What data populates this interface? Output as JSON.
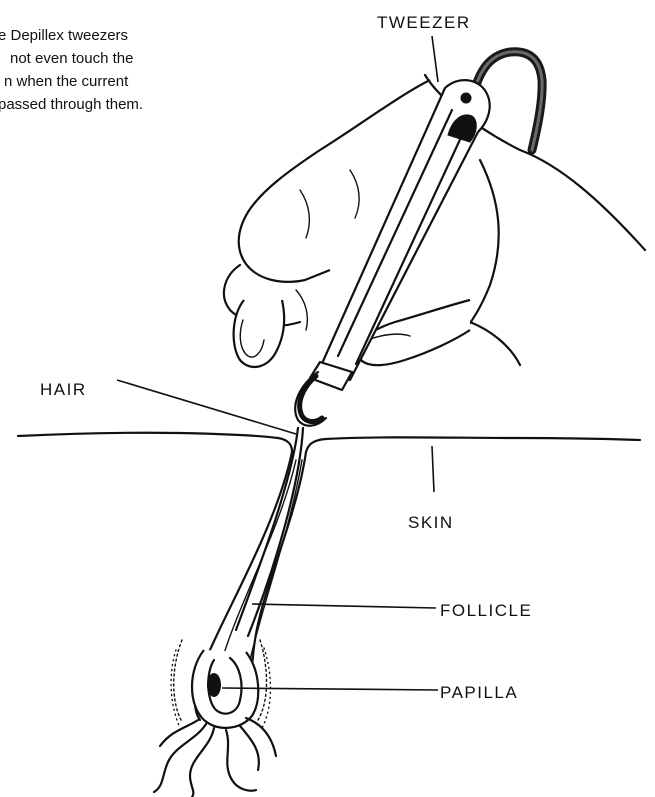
{
  "caption": {
    "lines": [
      "e Depillex tweezers",
      "not even touch the",
      "n when the current",
      "passed through them."
    ]
  },
  "labels": {
    "tweezer": "TWEEZER",
    "hair": "HAIR",
    "skin": "SKIN",
    "follicle": "FOLLICLE",
    "papilla": "PAPILLA"
  },
  "colors": {
    "ink": "#111111",
    "background": "#ffffff"
  }
}
